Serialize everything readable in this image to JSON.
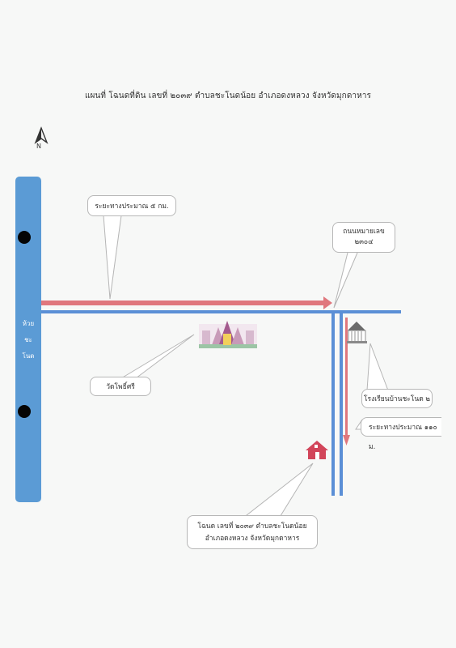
{
  "map": {
    "title": "แผนที่ โฉนดที่ดิน เลขที่ ๒๐๓๙ ตำบลชะโนดน้อย อำเภอดงหลวง จังหวัดมุกดาหาร",
    "north_label": "N",
    "stream_label_lines": [
      "ห้วย",
      "ชะ",
      "โนด"
    ],
    "callouts": {
      "distance_5km": "ระยะทางประมาณ ๕ กม.",
      "road_line1": "ถนนหมายเลข",
      "road_line2": "๒๓๐๔",
      "temple": "วัดโพธิ์ศรี",
      "school": "โรงเรียนบ้านชะโนด ๒",
      "distance_110m": "ระยะทางประมาณ ๑๑๐ ม.",
      "plot_line1": "โฉนด เลขที่ ๒๐๓๙ ตำบลชะโนดน้อย",
      "plot_line2": "อำเภอดงหลวง จังหวัดมุกดาหาร"
    },
    "colors": {
      "road": "#5b8fd6",
      "route_arrow": "#e0777d",
      "stream": "#5b9bd5",
      "house": "#d2455a"
    },
    "icons": [
      "north-arrow-icon",
      "temple-icon",
      "school-icon",
      "house-icon"
    ]
  }
}
